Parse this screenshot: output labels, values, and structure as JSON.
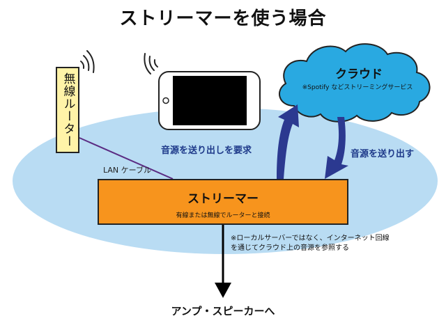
{
  "diagram": {
    "title": "ストリーマーを使う場合",
    "router": {
      "label": "無線ルーター"
    },
    "lan_cable": {
      "label": "LAN ケーブル"
    },
    "cloud": {
      "title": "クラウド",
      "subtitle": "※Spotify などストリーミングサービス"
    },
    "request_arrow": {
      "label": "音源を送り出しを要求"
    },
    "send_arrow": {
      "label": "音源を送り出す"
    },
    "streamer": {
      "title": "ストリーマー",
      "subtitle": "有線または無線でルーターと接続"
    },
    "note": "※ローカルサーバーではなく、インターネット回線を通じてクラウド上の音源を参照する",
    "output": {
      "label": "アンプ・スピーカーへ"
    },
    "colors": {
      "ellipse": "#b9dcf3",
      "cloud": "#29a9e1",
      "streamer": "#f7941d",
      "router": "#fff3a8",
      "arrow_blue": "#2b3990",
      "cable": "#5b2c83"
    }
  }
}
